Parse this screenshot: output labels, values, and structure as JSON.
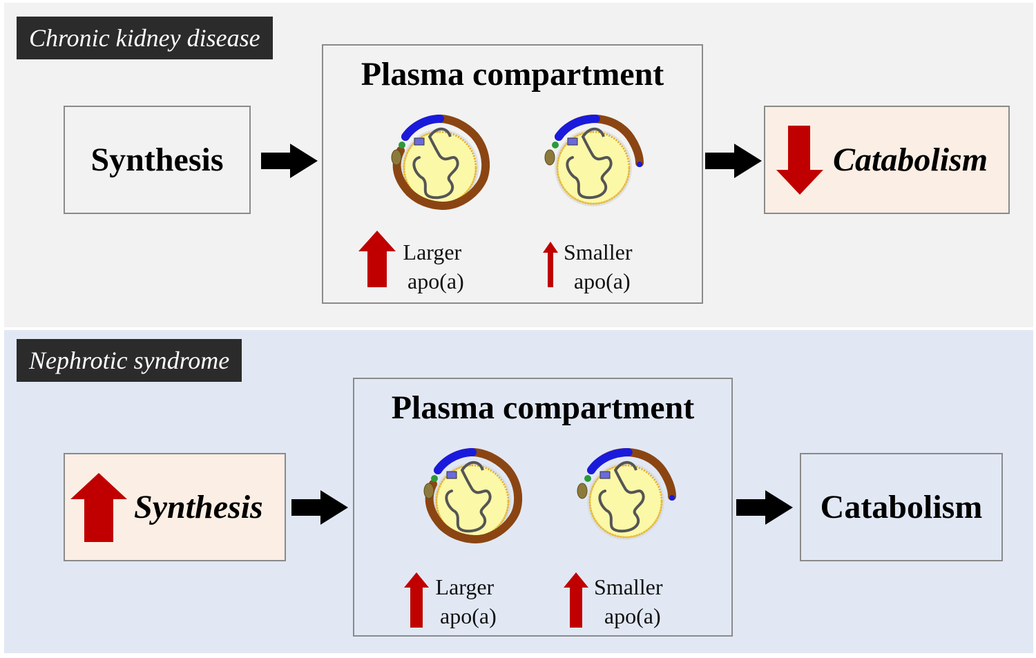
{
  "panels": [
    {
      "tag": "Chronic kidney disease",
      "synthesis": {
        "text": "Synthesis",
        "change": "none"
      },
      "plasma": {
        "title": "Plasma compartment",
        "larger": {
          "label_line1": "Larger",
          "label_line2": "apo(a)",
          "change": "increase-large"
        },
        "smaller": {
          "label_line1": "Smaller",
          "label_line2": "apo(a)",
          "change": "increase-small"
        }
      },
      "catabolism": {
        "text": "Catabolism",
        "change": "decrease"
      }
    },
    {
      "tag": "Nephrotic syndrome",
      "synthesis": {
        "text": "Synthesis",
        "change": "increase"
      },
      "plasma": {
        "title": "Plasma compartment",
        "larger": {
          "label_line1": "Larger",
          "label_line2": "apo(a)",
          "change": "increase"
        },
        "smaller": {
          "label_line1": "Smaller",
          "label_line2": "apo(a)",
          "change": "increase"
        }
      },
      "catabolism": {
        "text": "Catabolism",
        "change": "none"
      }
    }
  ],
  "colors": {
    "top_panel_bg": "#f2f2f2",
    "bottom_panel_bg": "#e1e8f4",
    "highlight_box": "#fbeee4",
    "change_arrow": "#c00000",
    "flow_arrow": "#000000",
    "tag_bg": "#2b2b2b",
    "kringle_iv": "#1a1adc",
    "kringle_v": "#8b4513"
  }
}
